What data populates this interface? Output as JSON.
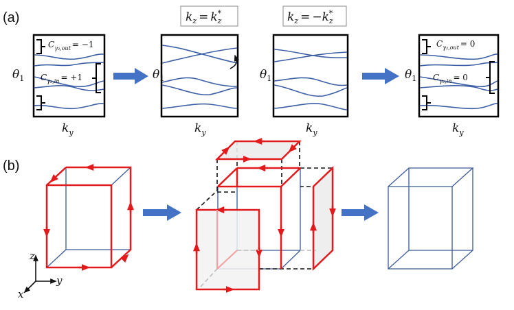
{
  "panel_a": {
    "label": "(a)",
    "theta_label": "θ",
    "theta_sub": "1",
    "ky_label": "k",
    "ky_sub": "y",
    "kz_box_1": {
      "k": "k",
      "sub": "z",
      "eq": "=",
      "rhs": "k",
      "rhs_sub": "z",
      "rhs_sup": "*"
    },
    "kz_box_2": {
      "k": "k",
      "sub": "z",
      "eq": "=",
      "rhs": "−k",
      "rhs_sub": "z",
      "rhs_sup": "*"
    },
    "c_out_left": {
      "c": "C",
      "sub": "γ₂,out",
      "value": "= −1"
    },
    "c_in_left": {
      "c": "C",
      "sub": "γ₂,in",
      "value": "= +1"
    },
    "c_out_right": {
      "c": "C",
      "sub": "γ₂,out",
      "value": "= 0"
    },
    "c_in_right": {
      "c": "C",
      "sub": "γ₂,in",
      "value": "= 0"
    }
  },
  "panel_b": {
    "label": "(b)",
    "axis_z": "z",
    "axis_y": "y",
    "axis_x": "x"
  },
  "colors": {
    "curve": "#3d5fa6",
    "arrow": "#4472c4",
    "red": "#e31a1c",
    "cube": "#3a5a98",
    "face": "#ececec"
  }
}
